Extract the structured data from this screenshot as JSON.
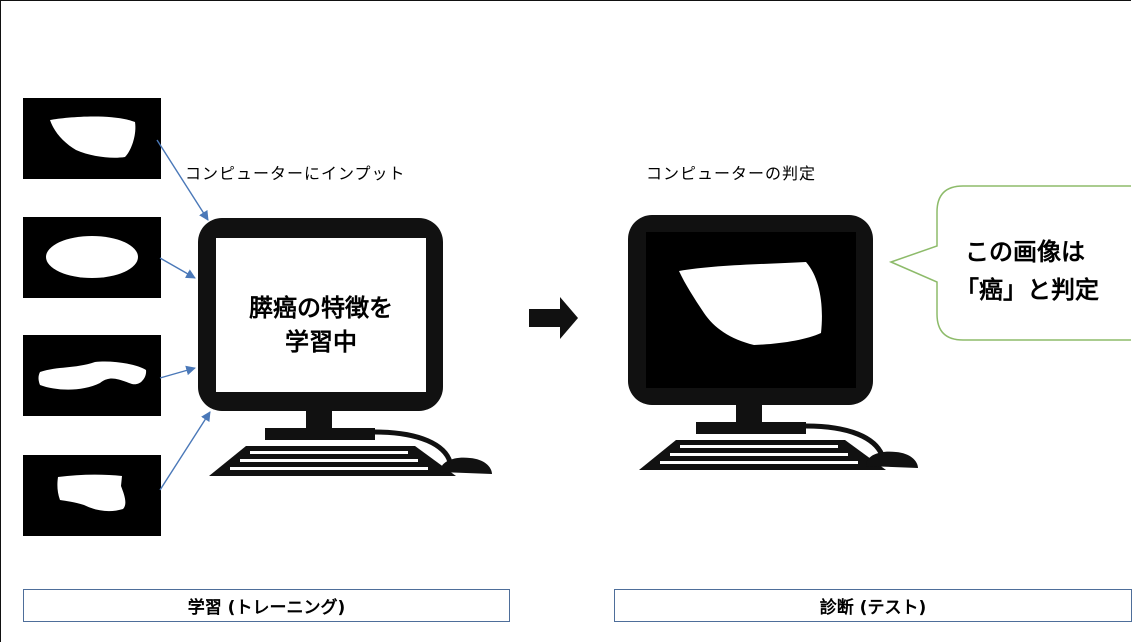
{
  "left": {
    "input_label": "コンピューターにインプット",
    "monitor_text": [
      "膵癌の特徴を",
      "学習中"
    ],
    "caption": "学習 (トレーニング)"
  },
  "right": {
    "judge_label": "コンピューターの判定",
    "bubble_text": [
      "この画像は",
      "「癌」と判定"
    ],
    "caption": "診断 (テスト)"
  },
  "colors": {
    "frame": "#111111",
    "arrow_line": "#4a78b8",
    "caption_border": "#4e6e9a",
    "bubble_border": "#8dbb6a",
    "monitor": "#111111"
  },
  "icons": [
    "input-image-icon",
    "computer-icon",
    "process-arrow-icon",
    "speech-bubble-icon"
  ]
}
